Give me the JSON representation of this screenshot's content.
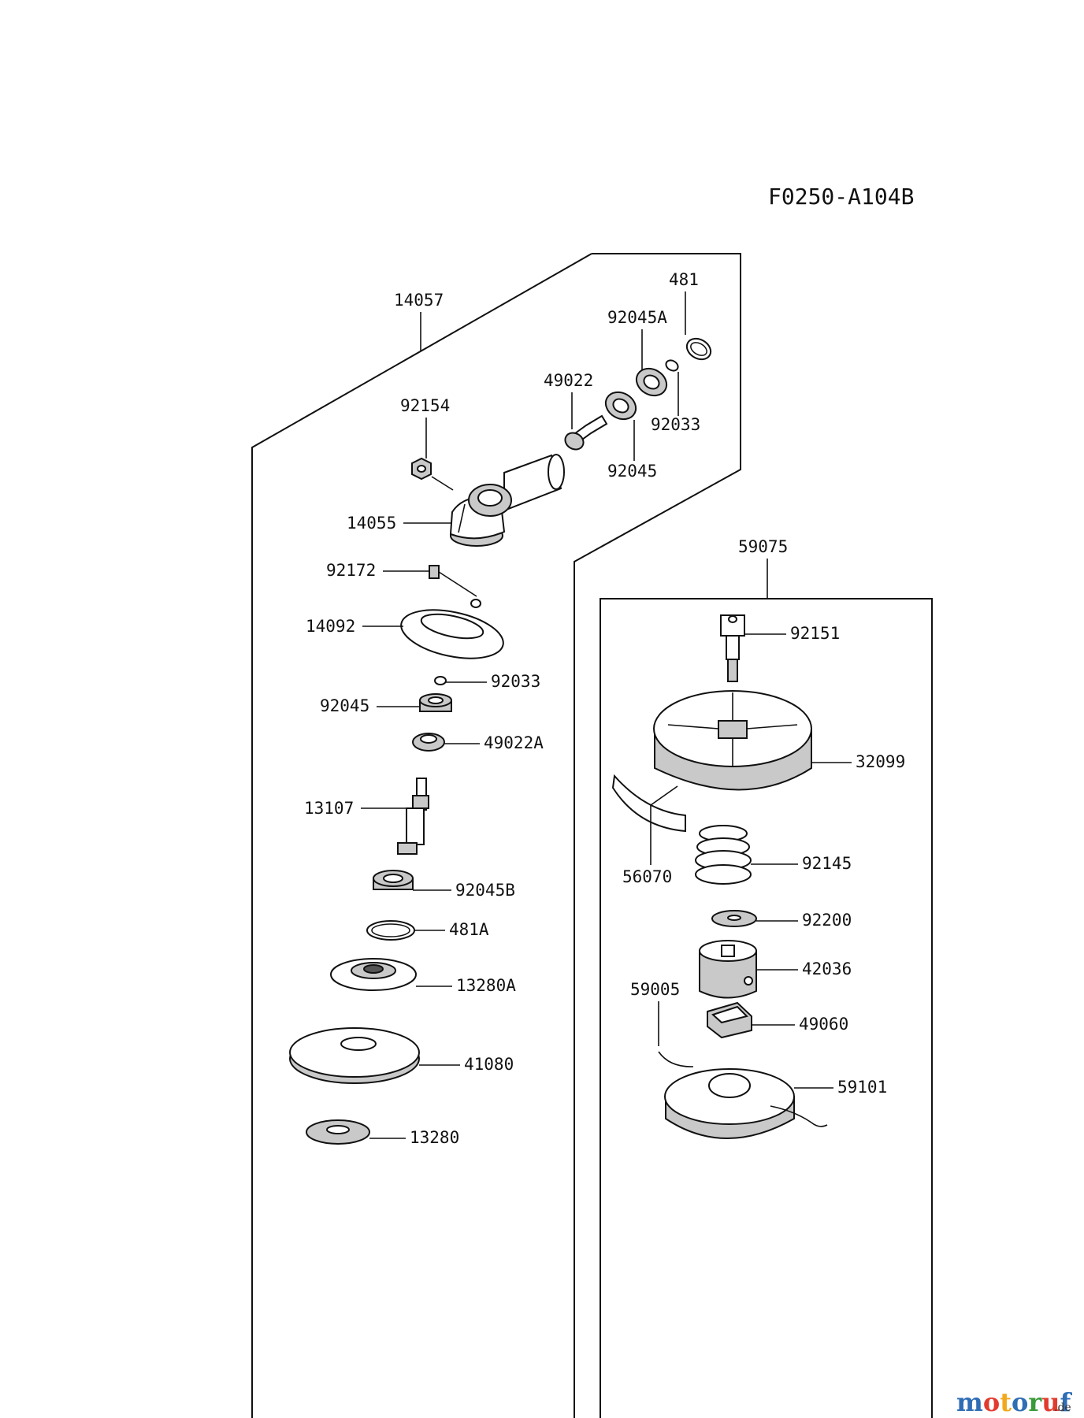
{
  "diagram_code": "F0250-A104B",
  "brand": {
    "name": "motoruf",
    "tld": ".de",
    "colors": [
      "#2f6db5",
      "#e23b2e",
      "#f2a81d",
      "#2f6db5",
      "#3a9a3a",
      "#e23b2e",
      "#2f6db5"
    ]
  },
  "groups": {
    "gear_head": "14057",
    "trimmer_head": "59075"
  },
  "parts": {
    "p481": "481",
    "p92045A": "92045A",
    "p49022": "49022",
    "p92033_top": "92033",
    "p92154": "92154",
    "p92045_top": "92045",
    "p14055": "14055",
    "p92172": "92172",
    "p14092": "14092",
    "p92033": "92033",
    "p92045": "92045",
    "p49022A": "49022A",
    "p13107": "13107",
    "p92045B": "92045B",
    "p481A": "481A",
    "p13280A": "13280A",
    "p41080": "41080",
    "p13280": "13280",
    "p92151": "92151",
    "p32099": "32099",
    "p56070": "56070",
    "p92145": "92145",
    "p92200": "92200",
    "p42036": "42036",
    "p59005": "59005",
    "p49060": "49060",
    "p59101": "59101"
  }
}
